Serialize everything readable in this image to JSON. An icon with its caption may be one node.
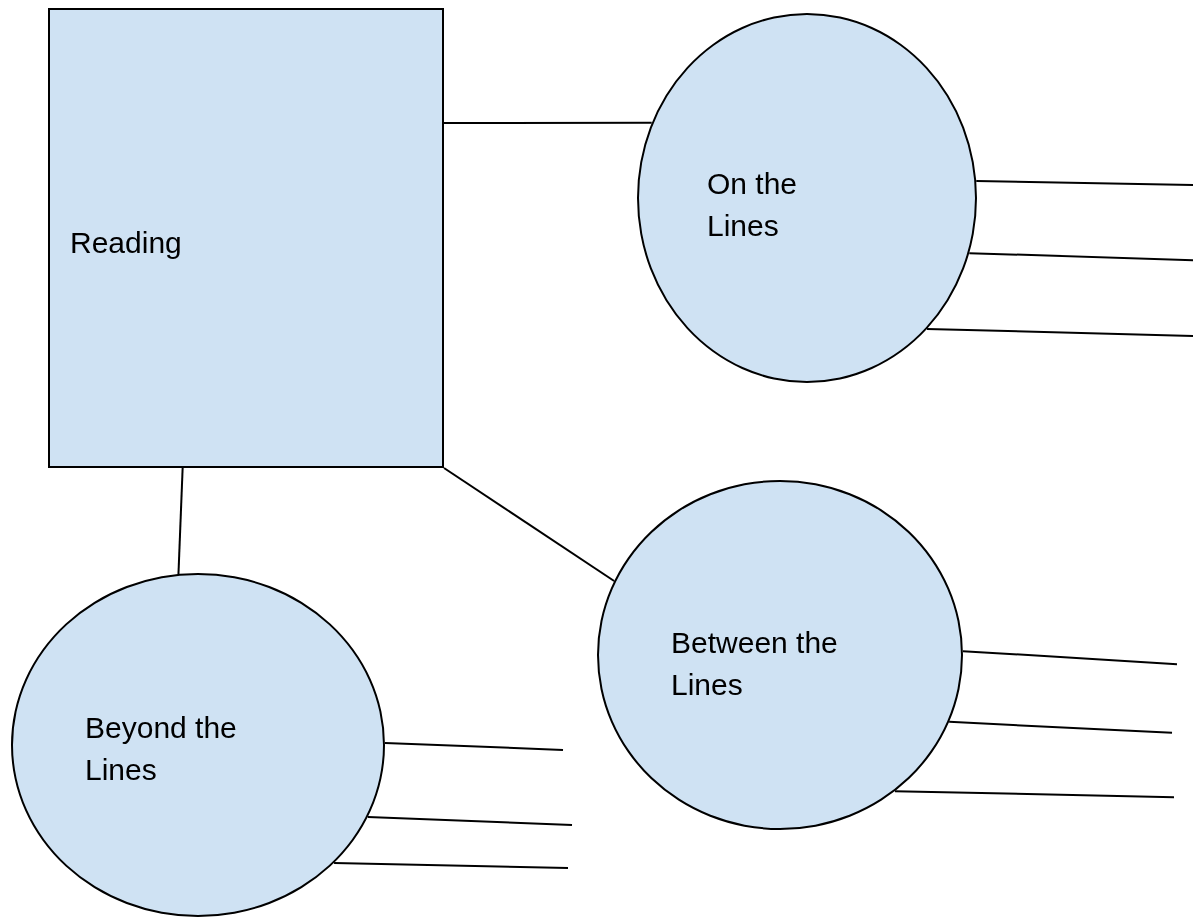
{
  "diagram": {
    "nodes": [
      {
        "text": [
          "Reading"
        ]
      },
      {
        "text": [
          "On the Lines"
        ]
      },
      {
        "text": [
          "Between the Lines"
        ]
      },
      {
        "text": [
          "Beyond the Lines"
        ]
      }
    ],
    "edges": [
      {
        "from": 0,
        "to": 1,
        "arrow": "none"
      },
      {
        "from": 0,
        "to": 2,
        "arrow": "none"
      },
      {
        "from": 0,
        "to": 3,
        "arrow": "none"
      },
      {
        "from": 1,
        "to": null,
        "arrow": "none"
      },
      {
        "from": 1,
        "to": null,
        "arrow": "none"
      },
      {
        "from": 1,
        "to": null,
        "arrow": "none"
      },
      {
        "from": 2,
        "to": null,
        "arrow": "none"
      },
      {
        "from": 2,
        "to": null,
        "arrow": "none"
      },
      {
        "from": 2,
        "to": null,
        "arrow": "none"
      },
      {
        "from": 3,
        "to": null,
        "arrow": "none"
      },
      {
        "from": 3,
        "to": null,
        "arrow": "none"
      },
      {
        "from": 3,
        "to": null,
        "arrow": "none"
      }
    ]
  }
}
